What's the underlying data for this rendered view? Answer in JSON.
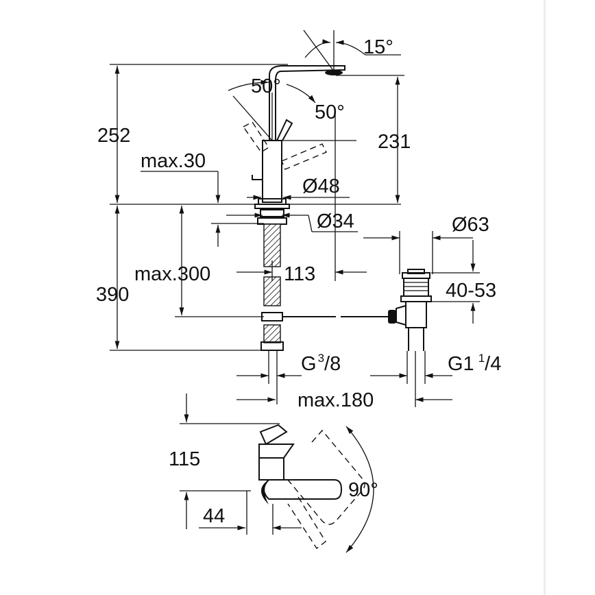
{
  "labels": {
    "angle_spout": "15°",
    "angle_lever_left": "50°",
    "angle_lever_right": "50°",
    "height_total": "252",
    "height_spout": "231",
    "max_deck": "max.30",
    "dia_body": "Ø48",
    "dia_hole": "Ø34",
    "dia_waste": "Ø63",
    "max_below": "max.300",
    "depth_below": "390",
    "reach_waste": "113",
    "waste_range": "40-53",
    "connector_main": "G",
    "connector_frac_num": "3",
    "connector_frac_den": "/8",
    "waste_main": "G1",
    "waste_frac_num": "1",
    "waste_frac_den": "/4",
    "max_waste": "max.180",
    "plan_reach": "115",
    "plan_offset": "44",
    "plan_angle": "90°"
  }
}
